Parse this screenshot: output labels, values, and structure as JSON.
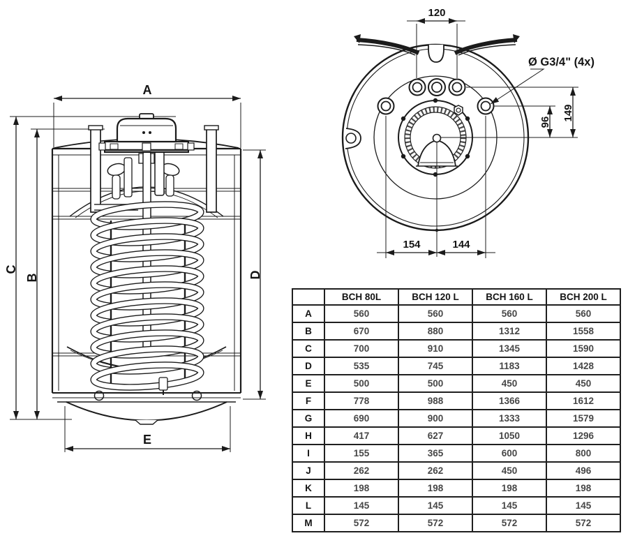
{
  "front_view": {
    "dims": {
      "A": "A",
      "B": "B",
      "C": "C",
      "D": "D",
      "E": "E"
    }
  },
  "top_view": {
    "dim_width_top": "120",
    "dim_bottom_left": "154",
    "dim_bottom_right": "144",
    "dim_right_inner": "96",
    "dim_right_outer": "149",
    "connection_label": "Ø G3/4\" (4x)"
  },
  "table": {
    "corner": "",
    "headers": [
      "BCH 80L",
      "BCH 120 L",
      "BCH 160 L",
      "BCH 200 L"
    ],
    "rows": [
      {
        "label": "A",
        "values": [
          "560",
          "560",
          "560",
          "560"
        ]
      },
      {
        "label": "B",
        "values": [
          "670",
          "880",
          "1312",
          "1558"
        ]
      },
      {
        "label": "C",
        "values": [
          "700",
          "910",
          "1345",
          "1590"
        ]
      },
      {
        "label": "D",
        "values": [
          "535",
          "745",
          "1183",
          "1428"
        ]
      },
      {
        "label": "E",
        "values": [
          "500",
          "500",
          "450",
          "450"
        ]
      },
      {
        "label": "F",
        "values": [
          "778",
          "988",
          "1366",
          "1612"
        ]
      },
      {
        "label": "G",
        "values": [
          "690",
          "900",
          "1333",
          "1579"
        ]
      },
      {
        "label": "H",
        "values": [
          "417",
          "627",
          "1050",
          "1296"
        ]
      },
      {
        "label": "I",
        "values": [
          "155",
          "365",
          "600",
          "800"
        ]
      },
      {
        "label": "J",
        "values": [
          "262",
          "262",
          "450",
          "496"
        ]
      },
      {
        "label": "K",
        "values": [
          "198",
          "198",
          "198",
          "198"
        ]
      },
      {
        "label": "L",
        "values": [
          "145",
          "145",
          "145",
          "145"
        ]
      },
      {
        "label": "M",
        "values": [
          "572",
          "572",
          "572",
          "572"
        ]
      }
    ]
  },
  "colors": {
    "line": "#1b1b1b",
    "value_text": "#474747",
    "border": "#1f1f1f"
  }
}
